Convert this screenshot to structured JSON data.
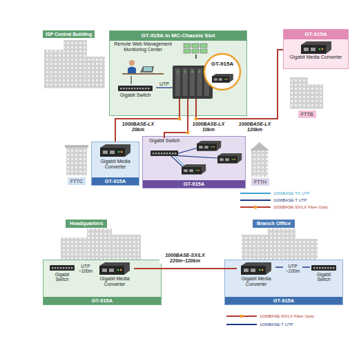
{
  "diagram": {
    "nodes": [
      {
        "text": [
          "GT-915A in MC-Chassis Slot"
        ]
      },
      {
        "text": [
          "Remote Web Management Monitoring Center"
        ],
        "in": 0
      },
      {
        "text": [
          "Gigabit Switch"
        ],
        "in": 0
      },
      {
        "text": [
          "GT-915A"
        ],
        "in": 0
      },
      {
        "text": [
          "GT-915A",
          "Gigabit Media Converter"
        ]
      },
      {
        "text": [
          "Gigabit Media Converter",
          "GT-915A"
        ]
      },
      {
        "text": [
          "GT-915A"
        ]
      },
      {
        "text": [
          "Gigabit Switch"
        ],
        "in": 6
      },
      {
        "text": [
          "Headquarters",
          "GT-915A"
        ]
      },
      {
        "text": [
          "Gigabit Switch"
        ],
        "in": 8
      },
      {
        "text": [
          "Gigabit Media Converter"
        ],
        "in": 8
      },
      {
        "text": [
          "Branch Office",
          "GT-915A"
        ]
      },
      {
        "text": [
          "Gigabit Media Converter"
        ],
        "in": 11
      },
      {
        "text": [
          "Gigabit Switch"
        ],
        "in": 11
      }
    ],
    "edges": [
      {
        "from": 1,
        "to": 2,
        "arrow": "none"
      },
      {
        "from": 2,
        "to": 3,
        "label": "UTP",
        "arrow": "none"
      },
      {
        "from": 3,
        "to": 5,
        "label": "1000BASE-LX 20km",
        "arrow": "none"
      },
      {
        "from": 3,
        "to": 7,
        "label": "1000BASE-LX 10km",
        "arrow": "none"
      },
      {
        "from": 3,
        "to": 4,
        "label": "1000BASE-LX 120km",
        "arrow": "none"
      },
      {
        "from": 9,
        "to": 10,
        "label": "UTP ~100m",
        "arrow": "none"
      },
      {
        "from": 10,
        "to": 12,
        "label": "1000BASE-SX/LX 220m~120km",
        "arrow": "none"
      },
      {
        "from": 12,
        "to": 13,
        "label": "UTP ~100m",
        "arrow": "none"
      }
    ],
    "labels": [
      "ISP Central Building",
      "FTTB",
      "FTTC",
      "FTTH"
    ],
    "legend": [
      {
        "text": "1000BASE-TX UTP",
        "color": "#3a9fcc"
      },
      {
        "text": "1000BASE-T UTP",
        "color": "#1d3a8a"
      },
      {
        "text": "1000BASE-SX/LX Fiber Optic",
        "color": "#b33a2e"
      },
      {
        "text": "1000BASE-SX/LX Fiber Optic",
        "color": "#b33a2e"
      },
      {
        "text": "1000BASE-T UTP",
        "color": "#1d3a8a"
      }
    ]
  }
}
